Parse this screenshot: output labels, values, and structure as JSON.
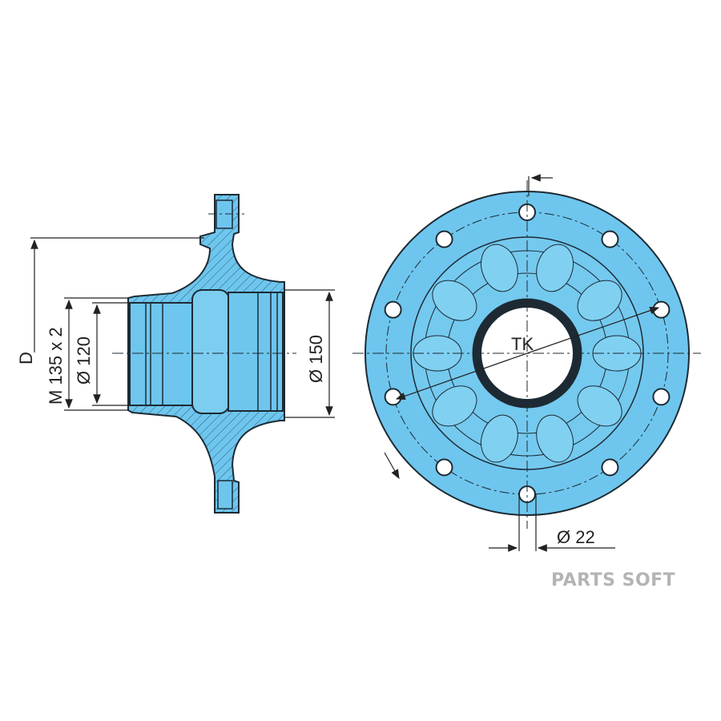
{
  "colors": {
    "part_fill": "#6ec6ee",
    "outline": "#1d2a33",
    "watermark": "#b4b4b4"
  },
  "side_view": {
    "dim_d": "D",
    "dim_thread": "M 135 x 2",
    "dim_inner": "Ø 120",
    "dim_outer": "Ø 150"
  },
  "front_view": {
    "dim_bolt_circle": "TK",
    "dim_hole": "Ø 22",
    "bolt_hole_count": 10
  },
  "watermark": "PARTS SOFT"
}
